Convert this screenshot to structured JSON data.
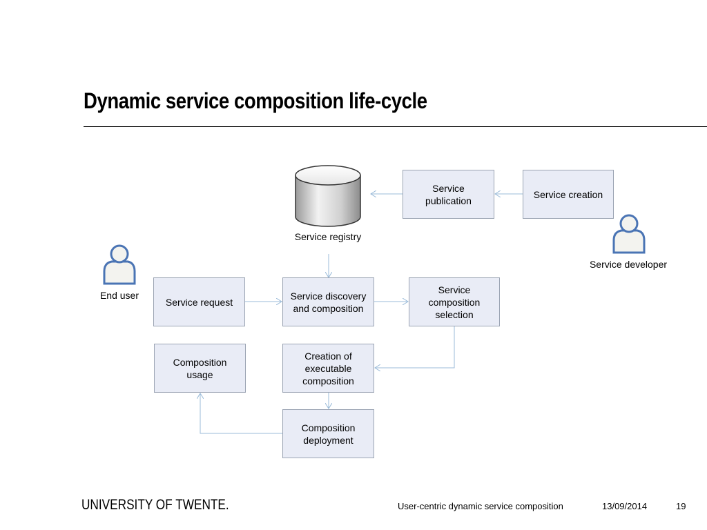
{
  "slide": {
    "title": "Dynamic service composition life-cycle"
  },
  "diagram": {
    "registry_label": "Service registry",
    "end_user_label": "End user",
    "developer_label": "Service developer",
    "boxes": {
      "service_publication": "Service publication",
      "service_creation": "Service creation",
      "service_request": "Service request",
      "service_discovery": "Service discovery and composition",
      "composition_selection": "Service composition selection",
      "composition_usage": "Composition usage",
      "executable_creation": "Creation of executable composition",
      "composition_deployment": "Composition deployment"
    },
    "colors": {
      "box_fill": "#e9ecf6",
      "box_border": "#9aa3b2",
      "connector": "#9bbbd9",
      "actor_outline": "#4a74b4"
    }
  },
  "footer": {
    "university": "UNIVERSITY OF TWENTE.",
    "presentation_title": "User-centric dynamic service composition",
    "date": "13/09/2014",
    "page_number": "19"
  }
}
